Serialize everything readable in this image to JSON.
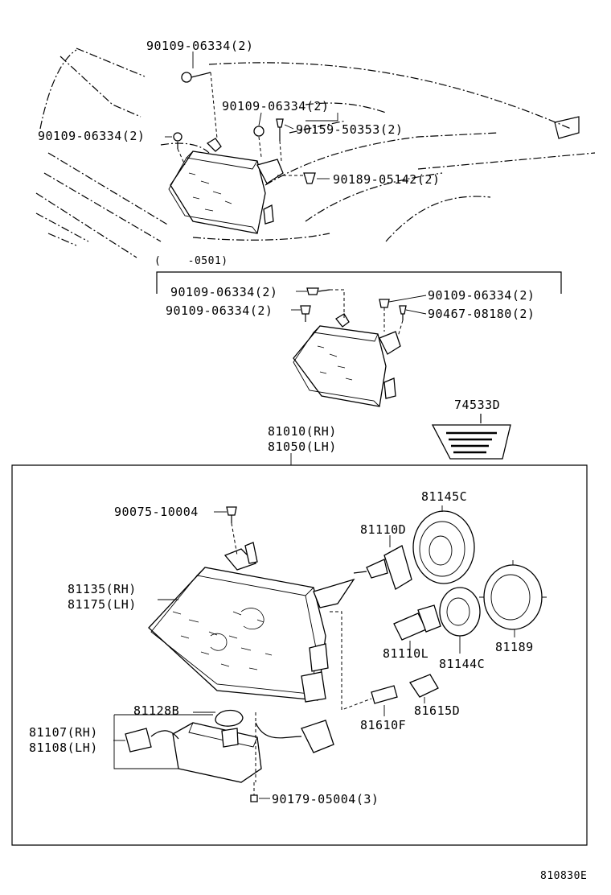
{
  "callouts": {
    "top_bolt_upper": "90109-06334(2)",
    "top_bolt_mid": "90109-06334(2)",
    "top_bolt_left": "90109-06334(2)",
    "top_screw": "90159-50353(2)",
    "top_nut": "90189-05142(2)",
    "period_note": "(    -0501)",
    "mid_bolt_left_a": "90109-06334(2)",
    "mid_bolt_left_b": "90109-06334(2)",
    "mid_bolt_right": "90109-06334(2)",
    "mid_screw_right": "90467-08180(2)",
    "label_plate": "74533D",
    "assy_rh": "81010(RH)",
    "assy_lh": "81050(LH)",
    "screw_90075": "90075-10004",
    "cover_81145c": "81145C",
    "bulb_81110d": "81110D",
    "lens_rh": "81135(RH)",
    "lens_lh": "81175(LH)",
    "bulb_81110l": "81110L",
    "socket_81144c": "81144C",
    "cover_81189": "81189",
    "gasket_81128b": "81128B",
    "ballast_rh": "81107(RH)",
    "ballast_lh": "81108(LH)",
    "bulb_81610f": "81610F",
    "socket_81615d": "81615D",
    "screw_90179": "90179-05004(3)",
    "figure_code": "810830E"
  }
}
